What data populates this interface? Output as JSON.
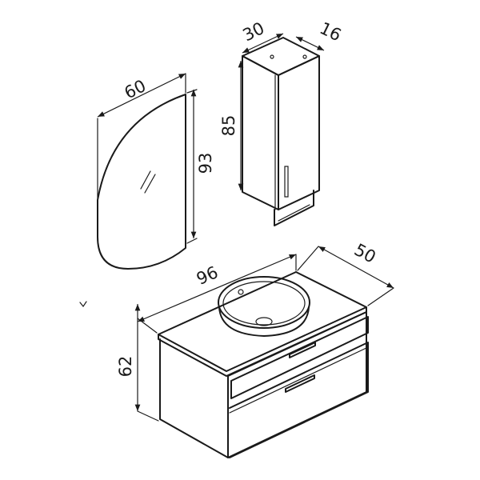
{
  "mirror": {
    "width_label": "60",
    "height_label": "93"
  },
  "tall_cabinet": {
    "width_label": "30",
    "depth_label": "16",
    "height_label": "85"
  },
  "vanity": {
    "width_label": "96",
    "depth_label": "50",
    "height_label": "62"
  },
  "colors": {
    "line": "#1a1a1a",
    "background": "#ffffff"
  }
}
